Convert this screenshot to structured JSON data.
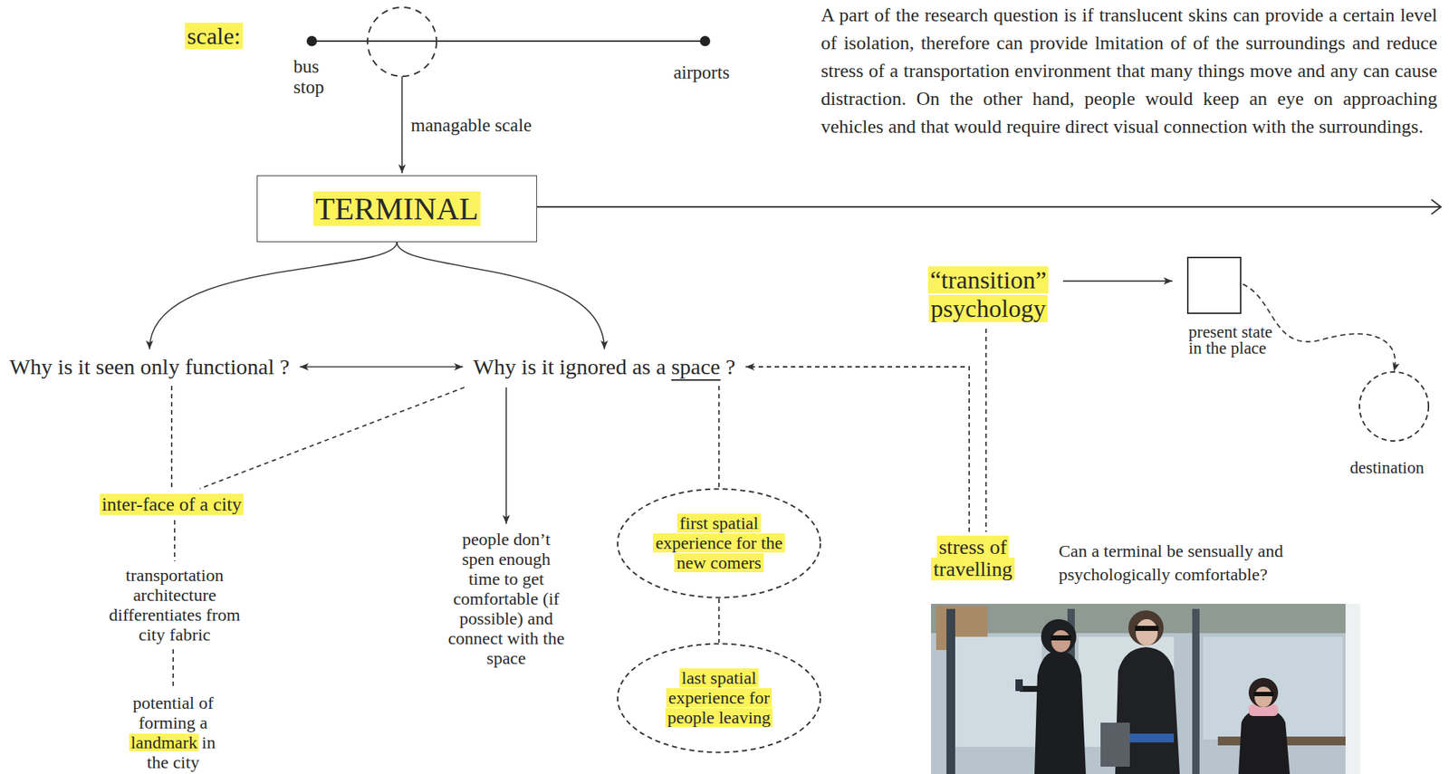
{
  "diagram": {
    "nodes": [
      {
        "text": [
          "TERMINAL"
        ]
      },
      {
        "text": [
          "Why is it seen only functional ?"
        ]
      },
      {
        "text": [
          "Why is it ignored as a space ?"
        ]
      },
      {
        "text": [
          "“transition” psychology"
        ]
      },
      {
        "text": [
          "present state in the place"
        ]
      },
      {
        "text": [
          "destination"
        ]
      },
      {
        "text": [
          "inter-face of a city"
        ]
      },
      {
        "text": [
          "people don’t spen enough time to get comfortable (if possible) and connect with the space"
        ]
      },
      {
        "text": [
          "first spatial experience for the new comers"
        ]
      },
      {
        "text": [
          "stress of travelling"
        ]
      },
      {
        "text": [
          "transportation architecture differentiates from city fabric"
        ]
      },
      {
        "text": [
          "last spatial experience for people leaving"
        ]
      },
      {
        "text": [
          "potential of forming a landmark in the city"
        ]
      }
    ],
    "edges": [
      {
        "from": 0,
        "to": 1,
        "arrow": "to"
      },
      {
        "from": 0,
        "to": 2,
        "arrow": "to"
      },
      {
        "from": 1,
        "to": 2,
        "arrow": "both"
      },
      {
        "from": 1,
        "to": 6,
        "arrow": "none"
      },
      {
        "from": 2,
        "to": 6,
        "arrow": "none"
      },
      {
        "from": 2,
        "to": 7,
        "arrow": "to"
      },
      {
        "from": 2,
        "to": 8,
        "arrow": "none"
      },
      {
        "from": 8,
        "to": 11,
        "arrow": "none"
      },
      {
        "from": 6,
        "to": 10,
        "arrow": "none"
      },
      {
        "from": 10,
        "to": 12,
        "arrow": "none"
      },
      {
        "from": 3,
        "to": 4,
        "arrow": "to"
      },
      {
        "from": 4,
        "to": 5,
        "arrow": "to"
      },
      {
        "from": 3,
        "to": 9,
        "arrow": "none"
      },
      {
        "from": 9,
        "to": 2,
        "arrow": "to"
      }
    ],
    "labels": [
      "scale:",
      "bus stop",
      "airports",
      "managable scale",
      "A part of the research question is if translucent skins can provide a certain level of isolation, therefore can provide lmitation of of the surroundings and reduce stress of a transportation environment that many things move and any can cause distraction. On the other hand, people would keep an eye on approaching vehicles and that would require direct visual connection with the surroundings.",
      "Can a terminal be sensually and psychologically comfortable?"
    ]
  }
}
